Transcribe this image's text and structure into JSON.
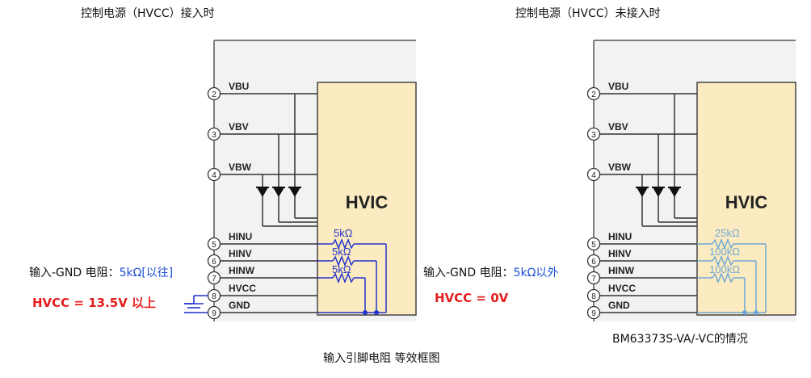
{
  "left": {
    "heading": "控制电源（HVCC）接入时",
    "note_label": "输入-GND 电阻：",
    "note_value": "5kΩ[以往]",
    "hvcc_text": "HVCC = 13.5V 以上",
    "resistors": [
      "5kΩ",
      "5kΩ",
      "5kΩ"
    ],
    "wire_color": "#2233cc"
  },
  "right": {
    "heading": "控制电源（HVCC）未接入时",
    "note_label": "输入-GND 电阻：",
    "note_value": "5kΩ以外",
    "hvcc_text": "HVCC = 0V",
    "resistors": [
      "25kΩ",
      "100kΩ",
      "100kΩ"
    ],
    "wire_color": "#6fa8d6",
    "part_caption": "BM63373S-VA/-VC的情况"
  },
  "pins": [
    {
      "num": "2",
      "name": "VBU"
    },
    {
      "num": "3",
      "name": "VBV"
    },
    {
      "num": "4",
      "name": "VBW"
    },
    {
      "num": "5",
      "name": "HINU"
    },
    {
      "num": "6",
      "name": "HINV"
    },
    {
      "num": "7",
      "name": "HINW"
    },
    {
      "num": "8",
      "name": "HVCC"
    },
    {
      "num": "9",
      "name": "GND"
    }
  ],
  "chip_label": "HVIC",
  "caption": "输入引脚电阻 等效框图",
  "colors": {
    "chip_fill": "#fcebc0",
    "panel_fill": "#f2f2f2",
    "hvcc_red": "#e41e1e",
    "value_blue": "#1f4fd6"
  }
}
